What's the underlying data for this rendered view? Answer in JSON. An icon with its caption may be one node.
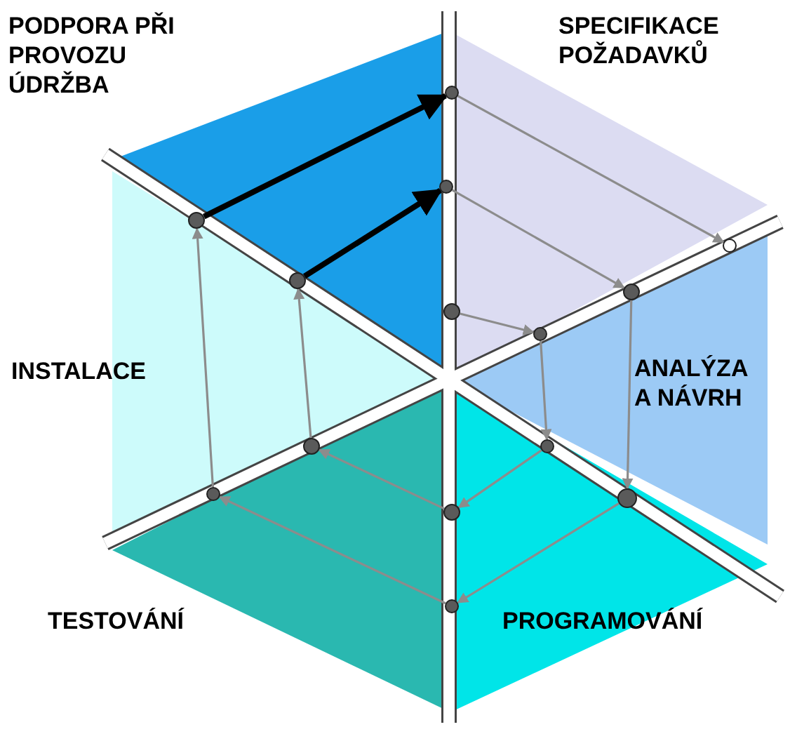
{
  "diagram": {
    "nodes": [
      {
        "text": [],
        "shape": "circle"
      },
      {
        "text": [],
        "shape": "circle"
      },
      {
        "text": [],
        "shape": "circle"
      },
      {
        "text": [],
        "shape": "circle"
      },
      {
        "text": [],
        "shape": "circle"
      },
      {
        "text": [],
        "shape": "circle"
      },
      {
        "text": [],
        "shape": "circle"
      },
      {
        "text": [],
        "shape": "circle"
      },
      {
        "text": [],
        "shape": "circle"
      },
      {
        "text": [],
        "shape": "circle"
      },
      {
        "text": [],
        "shape": "circle"
      },
      {
        "text": [],
        "shape": "circle"
      },
      {
        "text": [],
        "shape": "circle"
      },
      {
        "text": [],
        "shape": "circle"
      }
    ],
    "edges": [
      {
        "from": 2,
        "to": 0,
        "arrow": "to",
        "style": "thick",
        "color": "#000000"
      },
      {
        "from": 3,
        "to": 1,
        "arrow": "to",
        "style": "thick",
        "color": "#000000"
      },
      {
        "from": 0,
        "to": 4,
        "arrow": "to"
      },
      {
        "from": 1,
        "to": 5,
        "arrow": "to"
      },
      {
        "from": 5,
        "to": 12,
        "arrow": "to"
      },
      {
        "from": 6,
        "to": 7,
        "arrow": "to"
      },
      {
        "from": 7,
        "to": 9,
        "arrow": "to"
      },
      {
        "from": 9,
        "to": 11,
        "arrow": "to"
      },
      {
        "from": 12,
        "to": 13,
        "arrow": "to"
      },
      {
        "from": 11,
        "to": 8,
        "arrow": "to"
      },
      {
        "from": 13,
        "to": 10,
        "arrow": "to"
      },
      {
        "from": 8,
        "to": 3,
        "arrow": "to"
      },
      {
        "from": 10,
        "to": 2,
        "arrow": "to"
      }
    ],
    "labels": [
      "PODPORA PŘI PROVOZU ÚDRŽBA",
      "SPECIFIKACE POŽADAVKŮ",
      "INSTALACE",
      "ANALÝZA A NÁVRH",
      "TESTOVÁNÍ",
      "PROGRAMOVÁNÍ"
    ]
  }
}
